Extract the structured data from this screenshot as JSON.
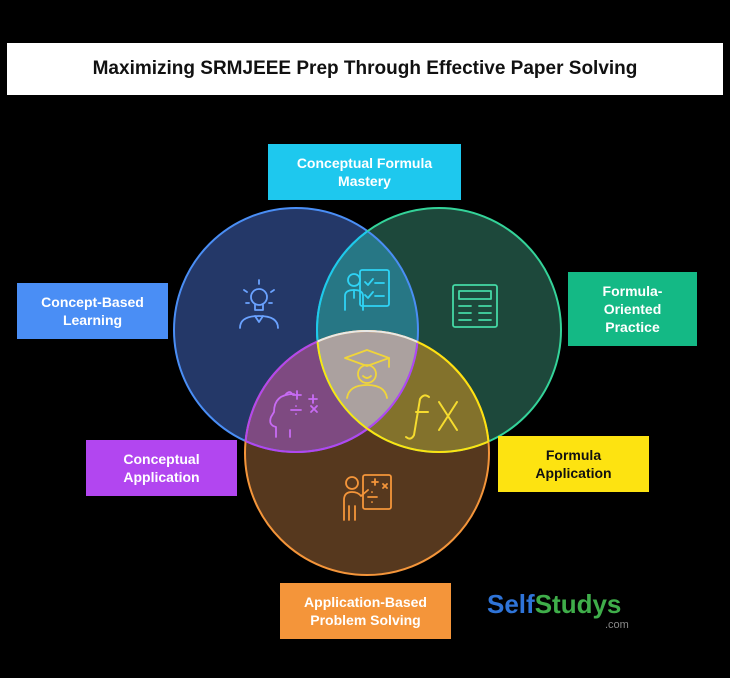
{
  "title": "Maximizing SRMJEEE Prep Through Effective Paper Solving",
  "labels": {
    "top": [
      "Conceptual Formula",
      "Mastery"
    ],
    "left": [
      "Concept-Based",
      "Learning"
    ],
    "right": [
      "Formula-",
      "Oriented",
      "Practice"
    ],
    "conceptual_application": [
      "Conceptual",
      "Application"
    ],
    "formula_application": [
      "Formula",
      "Application"
    ],
    "bottom": [
      "Application-Based",
      "Problem Solving"
    ]
  },
  "logo": {
    "part1": "Self",
    "part2": "Studys",
    "domain": ".com"
  },
  "colors": {
    "concept_circle": "#4a8ef5",
    "formula_circle": "#34d399",
    "application_circle": "#f4953a",
    "center_circle": "#ffffff",
    "concept_application": "#b246f0",
    "formula_application": "#fde311",
    "conceptual_formula": "#1ec8ee"
  },
  "icons": {
    "concept": "lightbulb-person-icon",
    "formula": "formula-sheet-icon",
    "application": "teacher-at-board-icon",
    "conceptual_formula": "teacher-with-checklist-icon",
    "center": "graduate-icon",
    "conceptual_application": "head-with-math-icon",
    "formula_application": "function-fx-icon"
  }
}
